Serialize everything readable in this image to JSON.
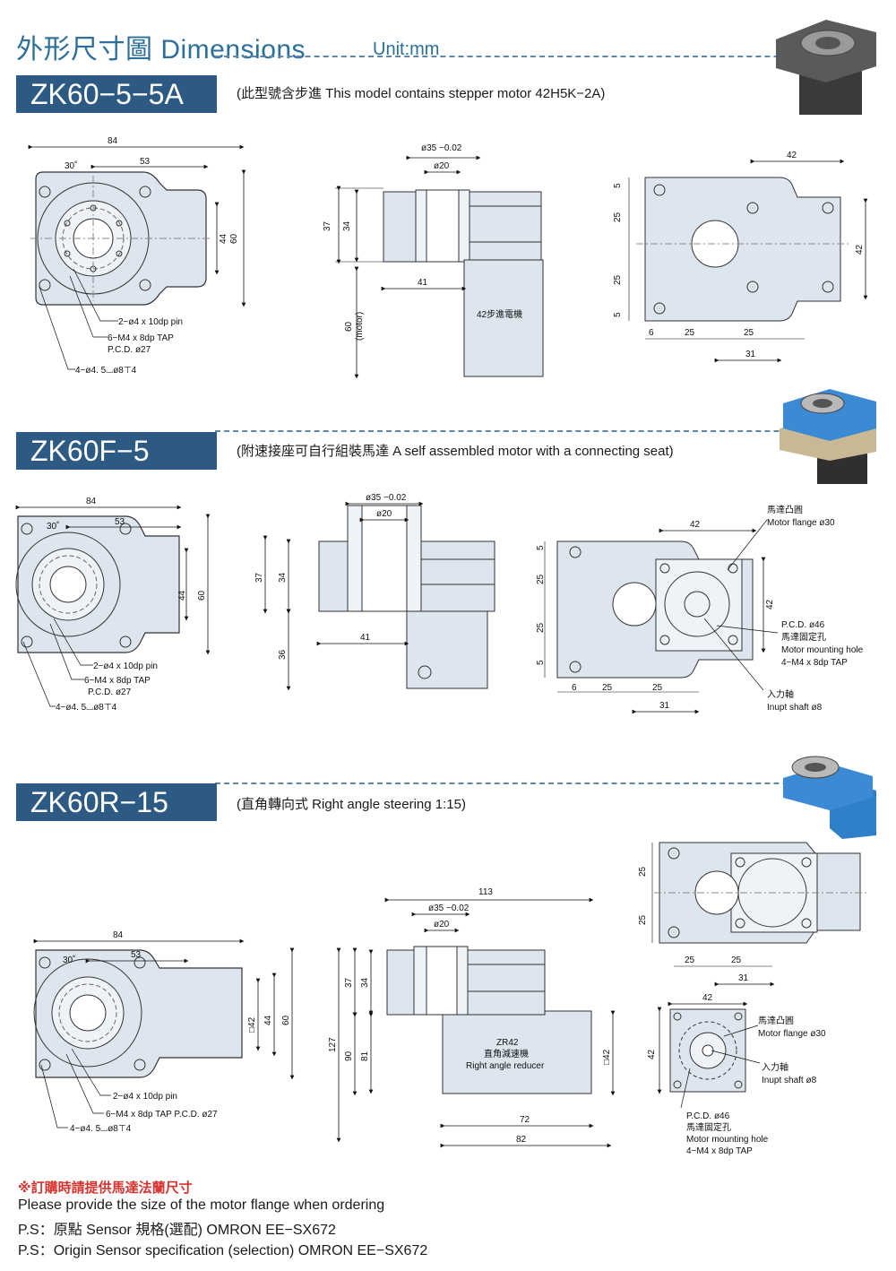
{
  "header": {
    "title": "外形尺寸圖 Dimensions",
    "unit": "Unit:mm"
  },
  "sections": [
    {
      "model": "ZK60−5−5A",
      "note": "(此型號含步進 This model contains stepper motor 42H5K−2A)",
      "front": {
        "d84": "84",
        "d53": "53",
        "d44": "44",
        "d60": "60",
        "angle": "30˚",
        "c1": "2−ø4 x 10dp pin",
        "c2": "6−M4 x 8dp TAP",
        "c3": "P.C.D. ø27",
        "c4": "4−ø4. 5⌴ø8⊤4"
      },
      "side": {
        "d35": "ø35 −0.02",
        "d20": "ø20",
        "d37": "37",
        "d34": "34",
        "d41": "41",
        "d60": "60",
        "motor": "(motor)",
        "label": "42步進電機"
      },
      "back": {
        "d42": "42",
        "d5a": "5",
        "d25a": "25",
        "d25b": "25",
        "d5b": "5",
        "d42v": "42",
        "d6": "6",
        "d25c": "25",
        "d25d": "25",
        "d31": "31"
      }
    },
    {
      "model": "ZK60F−5",
      "note": "(附速接座可自行組裝馬達 A self assembled motor with a connecting seat)",
      "front": {
        "d84": "84",
        "d53": "53",
        "d44": "44",
        "d60": "60",
        "angle": "30˚",
        "c1": "2−ø4 x 10dp pin",
        "c2": "6−M4 x 8dp TAP",
        "c3": "P.C.D. ø27",
        "c4": "4−ø4. 5⌴ø8⊤4"
      },
      "side": {
        "d35": "ø35 −0.02",
        "d20": "ø20",
        "d37": "37",
        "d34": "34",
        "d41": "41",
        "d36": "36"
      },
      "back": {
        "d42": "42",
        "d5a": "5",
        "d25a": "25",
        "d25b": "25",
        "d5b": "5",
        "d42v": "42",
        "d6": "6",
        "d25c": "25",
        "d25d": "25",
        "d31": "31",
        "flange_zh": "馬達凸圓",
        "flange_en": "Motor flange ø30",
        "pcd": "P.C.D. ø46",
        "mhole_zh": "馬達固定孔",
        "mhole_en": "Motor mounting hole",
        "mtap": "4−M4 x 8dp TAP",
        "shaft_zh": "入力軸",
        "shaft_en": "Inupt shaft ø8"
      }
    },
    {
      "model": "ZK60R−15",
      "note": "(直角轉向式 Right angle steering 1:15)",
      "front": {
        "d84": "84",
        "d53": "53",
        "d42": "□42",
        "d44": "44",
        "d60": "60",
        "angle": "30˚",
        "c1": "2−ø4 x 10dp pin",
        "c2": "6−M4 x 8dp TAP P.C.D. ø27",
        "c4": "4−ø4. 5⌴ø8⊤4"
      },
      "side": {
        "d113": "113",
        "d35": "ø35 −0.02",
        "d20": "ø20",
        "d127": "127",
        "d90": "90",
        "d37": "37",
        "d34": "34",
        "d81": "81",
        "d42": "□42",
        "d72": "72",
        "d82": "82",
        "zr": "ZR42",
        "zr_zh": "直角減速機",
        "zr_en": "Right angle reducer"
      },
      "top": {
        "d25a": "25",
        "d25b": "25",
        "d25c": "25",
        "d25d": "25",
        "d31": "31"
      },
      "motor": {
        "d42": "42",
        "d42v": "42",
        "flange_zh": "馬達凸圓",
        "flange_en": "Motor flange ø30",
        "shaft_zh": "入力軸",
        "shaft_en": "Inupt shaft ø8",
        "pcd": "P.C.D. ø46",
        "mhole_zh": "馬達固定孔",
        "mhole_en": "Motor mounting hole",
        "mtap": "4−M4 x 8dp TAP"
      }
    }
  ],
  "footer": {
    "red": "※訂購時請提供馬達法蘭尺寸",
    "line1": "Please provide the size of the motor flange when ordering",
    "line2": "P.S：原點 Sensor 規格(選配) OMRON EE−SX672",
    "line3": "P.S：Origin Sensor specification (selection) OMRON EE−SX672"
  },
  "colors": {
    "brand": "#2d5a82",
    "title": "#2b6f9a",
    "part_fill": "#dde6ee",
    "outline": "#333333",
    "accent_red": "#d8322e"
  }
}
